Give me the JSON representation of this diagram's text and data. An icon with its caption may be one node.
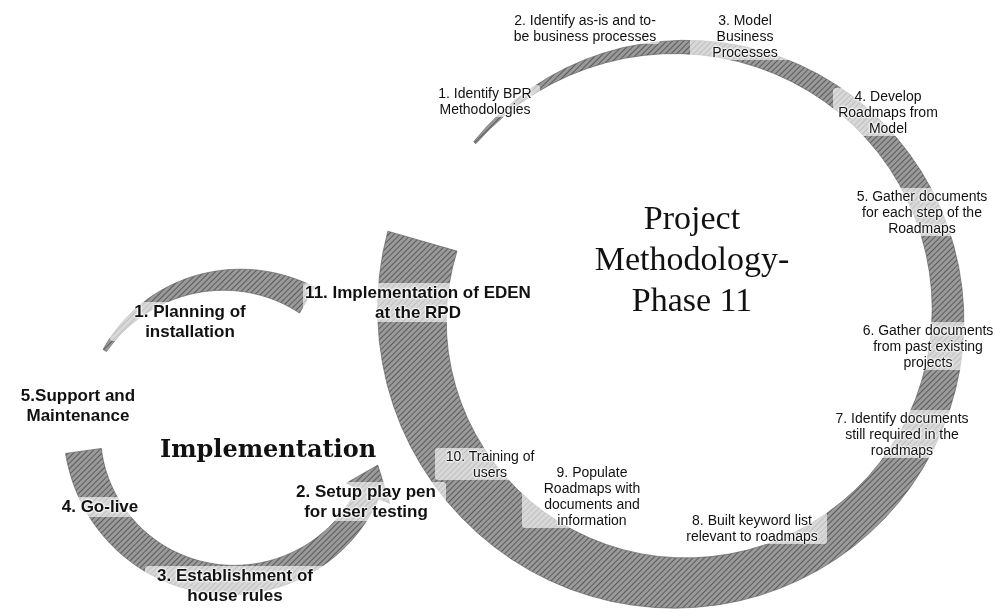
{
  "diagram": {
    "labels": [
      "1. Identify BPR Methodologies",
      "2. Identify as-is and to-be business processes",
      "3. Model Business Processes",
      "4. Develop Roadmaps from Model",
      "5. Gather documents for each step of the Roadmaps",
      "Project Methodology- Phase 11",
      "1. Planning of installation",
      "11. Implementation of EDEN at the RPD",
      "6. Gather documents from past existing projects",
      "5.Support and Maintenance",
      "Implementation",
      "10. Training of users",
      "7. Identify documents still required in the roadmaps",
      "4. Go-live",
      "2. Setup play pen for user testing",
      "9. Populate Roadmaps with documents and information",
      "8. Built keyword list relevant to roadmaps",
      "3. Establishment of house rules"
    ]
  }
}
